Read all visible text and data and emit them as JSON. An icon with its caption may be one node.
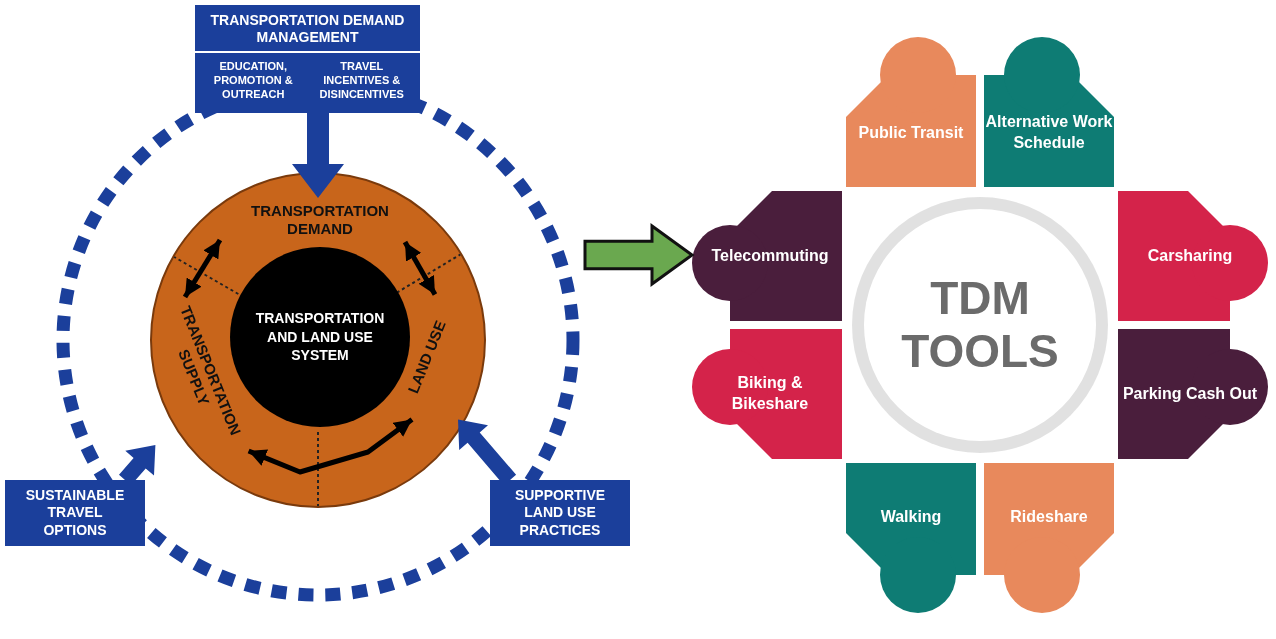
{
  "diagram": {
    "nodes": [
      {
        "text": [
          "TRANSPORTATION DEMAND MANAGEMENT",
          "EDUCATION, PROMOTION & OUTREACH",
          "TRAVEL INCENTIVES & DISINCENTIVES"
        ]
      },
      {
        "text": [],
        "shape": "circle"
      },
      {
        "text": [
          "TRANSPORTATION DEMAND"
        ],
        "in": 1
      },
      {
        "text": [
          "TRANSPORTATION AND LAND USE SYSTEM"
        ],
        "in": 1
      },
      {
        "text": [
          "TRANSPORTATION SUPPLY"
        ],
        "in": 1
      },
      {
        "text": [
          "LAND USE"
        ],
        "in": 1
      },
      {
        "text": [
          "SUSTAINABLE TRAVEL OPTIONS"
        ]
      },
      {
        "text": [
          "SUPPORTIVE LAND USE PRACTICES"
        ]
      },
      {
        "text": [
          "TDM TOOLS"
        ]
      },
      {
        "text": [
          "Public Transit"
        ]
      },
      {
        "text": [
          "Alternative Work Schedule"
        ]
      },
      {
        "text": [
          "Carsharing"
        ]
      },
      {
        "text": [
          "Parking Cash Out"
        ]
      },
      {
        "text": [
          "Rideshare"
        ]
      },
      {
        "text": [
          "Walking"
        ]
      },
      {
        "text": [
          "Biking & Bikeshare"
        ]
      },
      {
        "text": [
          "Telecommuting"
        ]
      }
    ],
    "edges": [
      {
        "from": 0,
        "to": 2,
        "arrow": "to",
        "color": "#1b3f9b"
      },
      {
        "from": 2,
        "to": 4,
        "arrow": "both"
      },
      {
        "from": 2,
        "to": 5,
        "arrow": "both"
      },
      {
        "from": 4,
        "to": 5,
        "arrow": "both"
      },
      {
        "from": 6,
        "to": 4,
        "arrow": "to",
        "color": "#1b3f9b"
      },
      {
        "from": 7,
        "to": 5,
        "arrow": "to",
        "color": "#1b3f9b"
      },
      {
        "from": null,
        "to": 16,
        "arrow": "to",
        "style": "thick",
        "color": "#6aa84f"
      }
    ]
  }
}
